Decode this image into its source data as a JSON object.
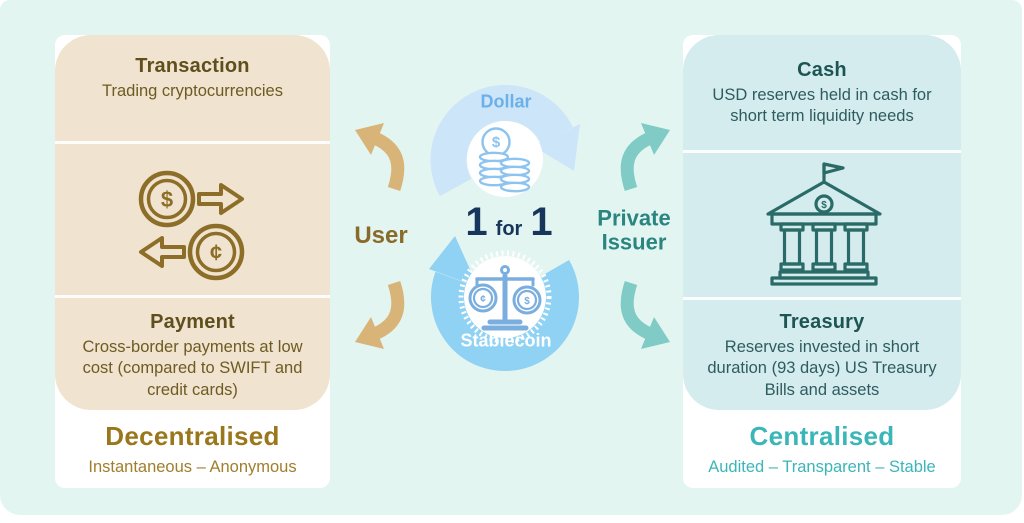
{
  "left_card": {
    "sections": {
      "transaction": {
        "title": "Transaction",
        "body": "Trading cryptocurrencies"
      },
      "payment": {
        "title": "Payment",
        "body": "Cross-border payments at low cost (compared to SWIFT and credit cards)"
      }
    },
    "icon": "currency-exchange-icon",
    "footer": {
      "title": "Decentralised",
      "subtitle": "Instantaneous – Anonymous"
    }
  },
  "right_card": {
    "sections": {
      "cash": {
        "title": "Cash",
        "body": "USD reserves held in cash for short term liquidity needs"
      },
      "treasury": {
        "title": "Treasury",
        "body": "Reserves invested in short duration (93 days) US Treasury Bills and assets"
      }
    },
    "icon": "bank-building-icon",
    "footer": {
      "title": "Centralised",
      "subtitle": "Audited – Transparent – Stable"
    }
  },
  "center": {
    "top_flow_label": "Dollar",
    "bottom_flow_label": "Stablecoin",
    "left_actor": "User",
    "right_actor": "Private Issuer",
    "ratio": {
      "left_value": "1",
      "connector": "for",
      "right_value": "1"
    }
  },
  "colors": {
    "mint": "#e3f5f1",
    "tan_panel": "#f0e3cf",
    "cyan_panel": "#d5ecef",
    "gold_dark": "#5f4f1d",
    "gold_body": "#6e5b22",
    "gold_bright": "#9a771b",
    "gold_sub": "#a17e2c",
    "gold_user": "#8a6a2a",
    "tan_arrow": "#d8b478",
    "teal_arrow": "#80cbc5",
    "teal_dark": "#1d5553",
    "teal_body": "#2e5c5e",
    "teal_bright": "#3bb6b8",
    "teal_issuer": "#2a8580",
    "navy": "#17365c",
    "arc_light_blue": "#cde5f8",
    "arc_blue": "#8fd2f4",
    "blue_label": "#6cb0e9",
    "icon_blue": "#8cc3ef",
    "icon_blue_scale": "#7aaede",
    "icon_gold": "#8d6e28",
    "icon_teal": "#2a6b68"
  }
}
